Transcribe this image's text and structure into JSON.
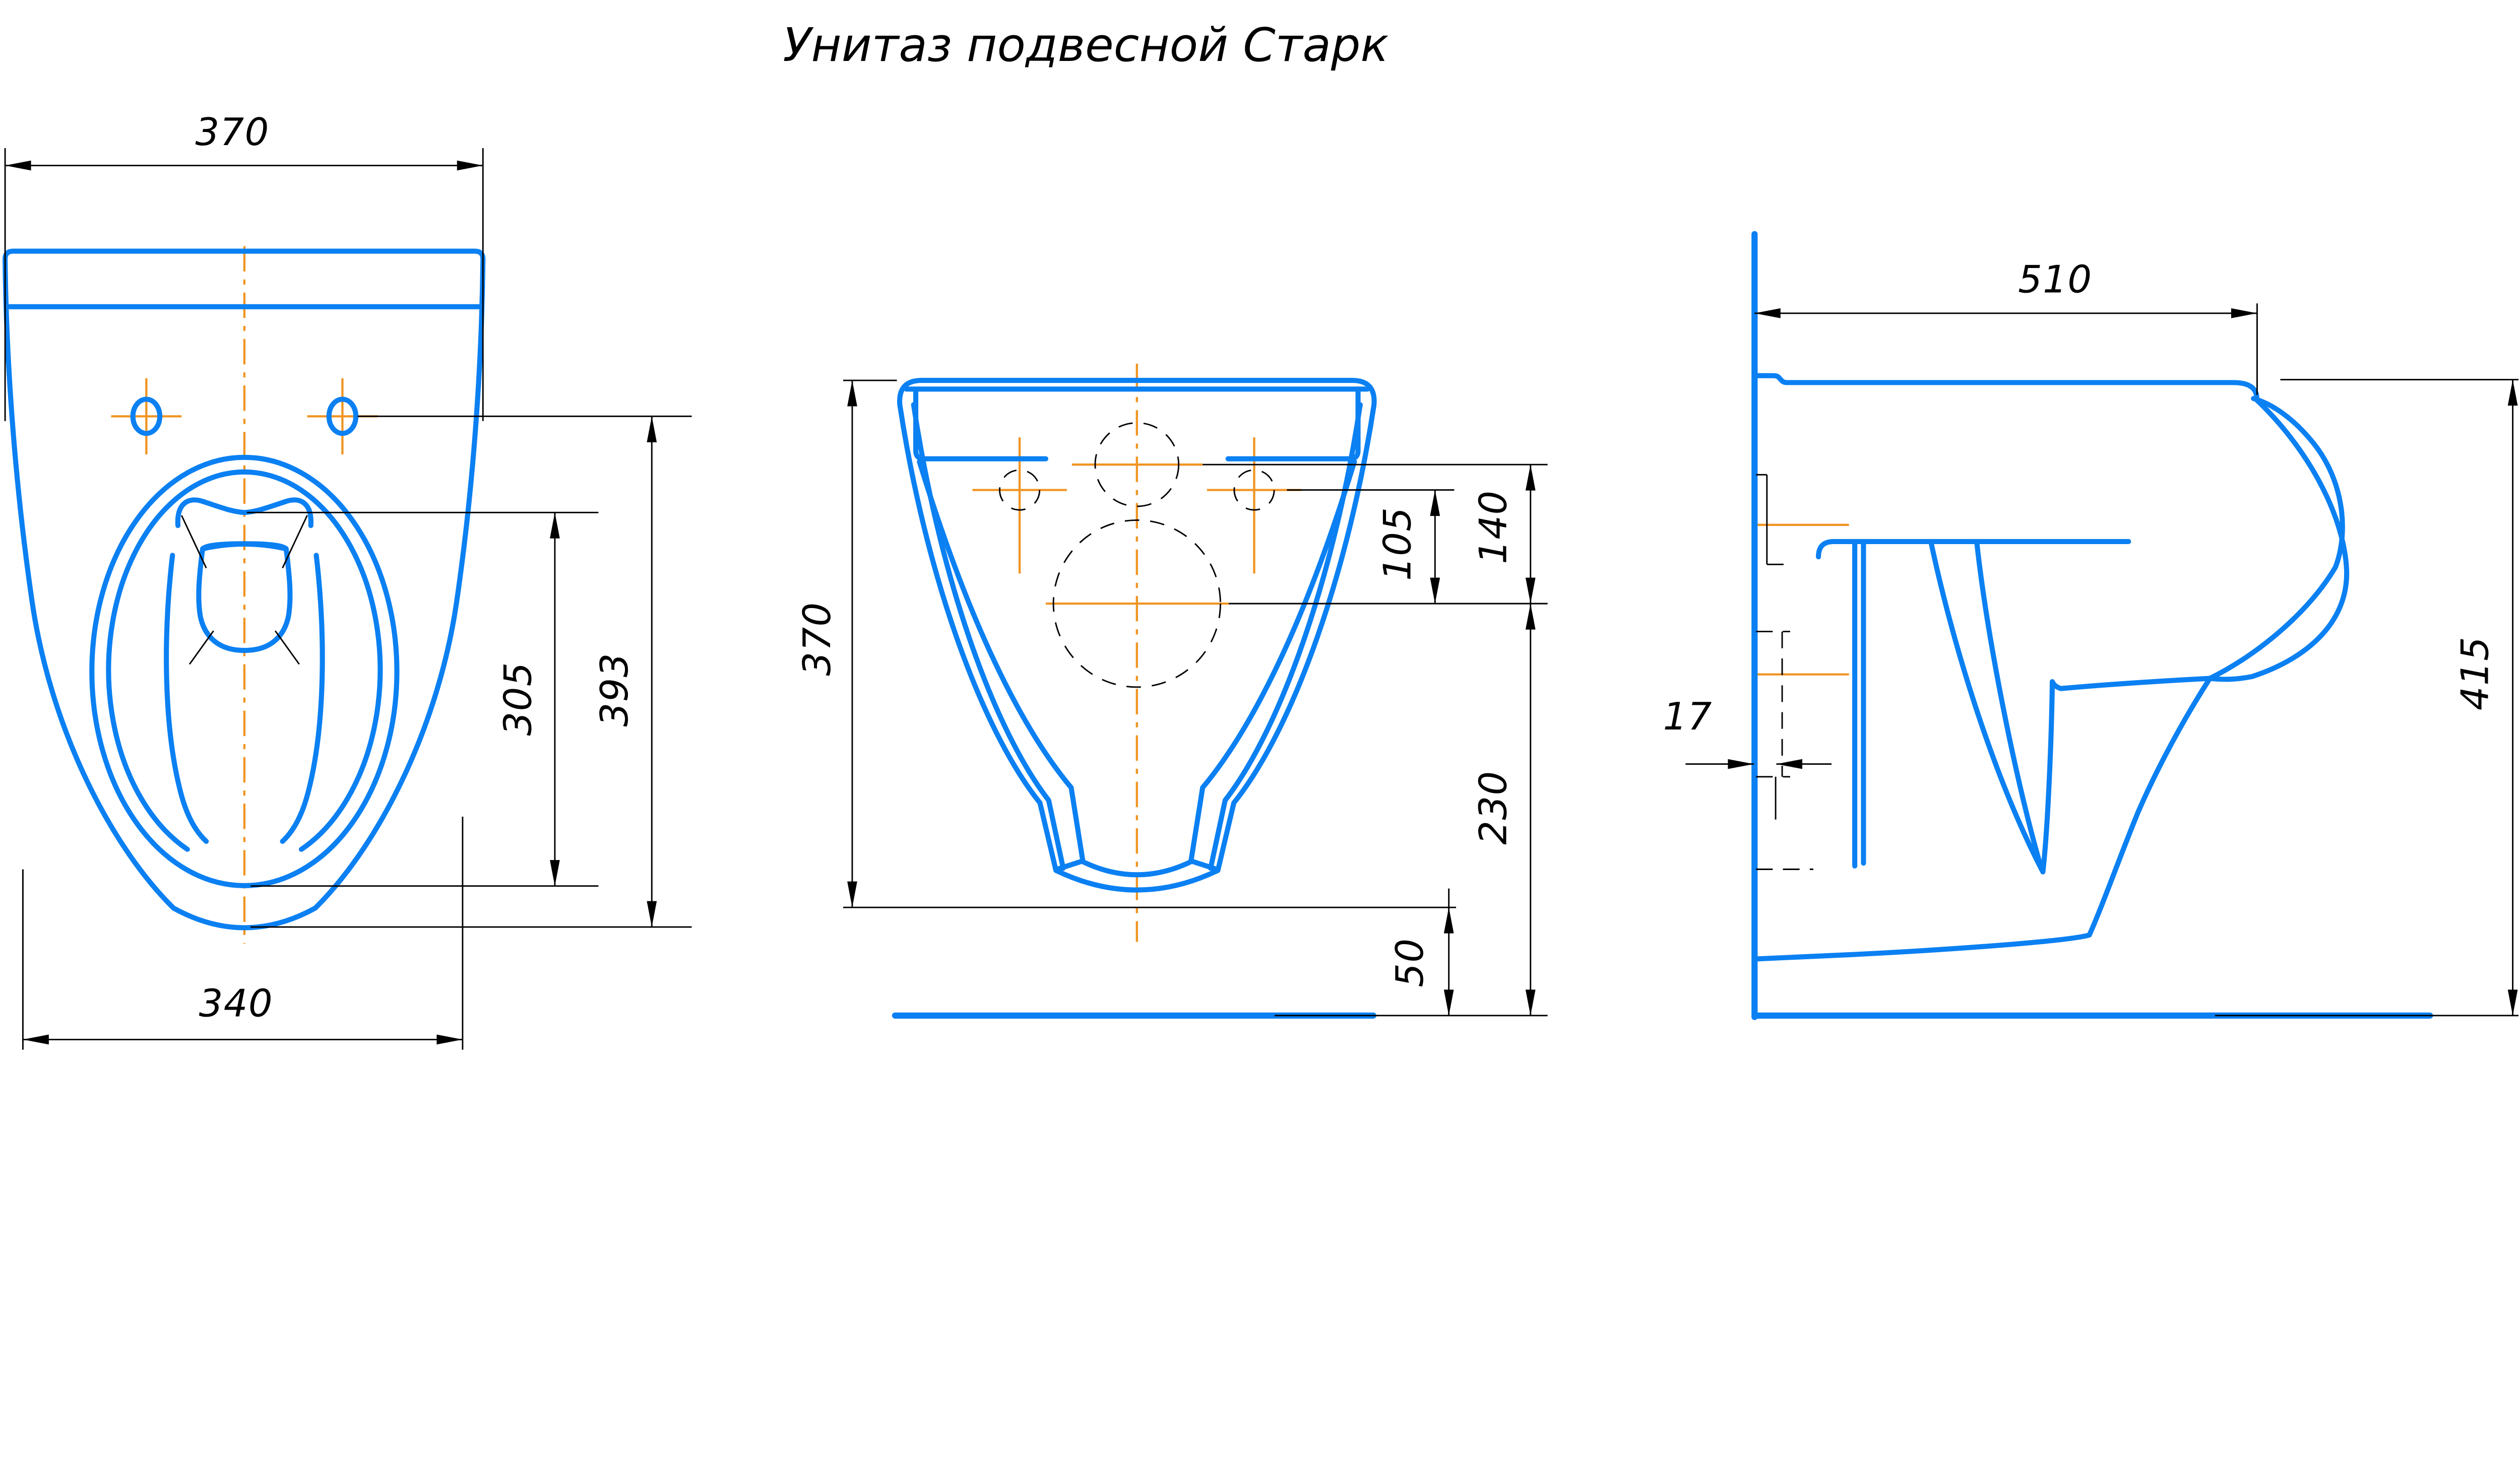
{
  "title": "Унитаз подвесной Старк",
  "colors": {
    "outline_blue": "#0b80f2",
    "centerline_orange": "#f09422",
    "dimension_black": "#000000",
    "background": "#ffffff"
  },
  "views": {
    "top_view": {
      "dimensions": {
        "overall_width": "370",
        "bowl_inner_length": "305",
        "overall_length": "393",
        "front_width": "340"
      }
    },
    "front_view": {
      "dimensions": {
        "overall_height": "370",
        "side_holes_to_drain_axis": "105",
        "top_hole_to_drain_axis": "140",
        "drain_axis_to_floor": "230",
        "outlet_to_floor": "50"
      }
    },
    "side_view": {
      "dimensions": {
        "overall_depth": "510",
        "wall_offset": "17",
        "overall_height": "415"
      }
    }
  }
}
